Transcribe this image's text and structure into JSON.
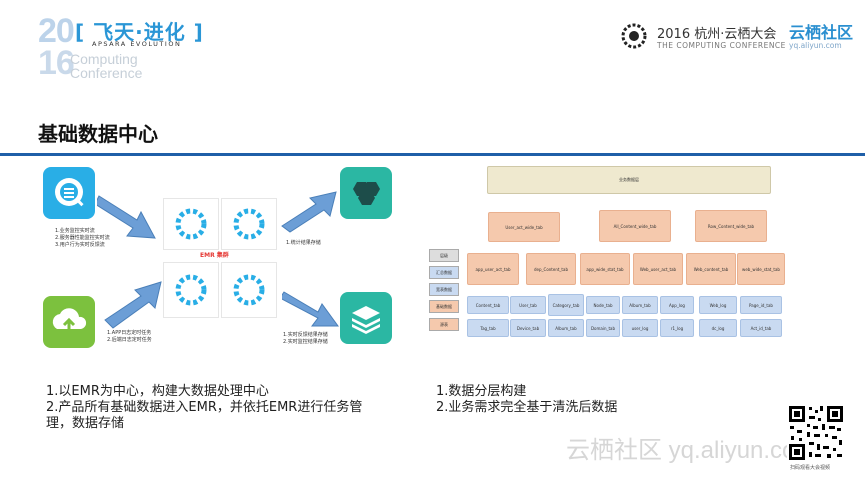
{
  "header": {
    "logo_year_top": "20",
    "logo_year_bottom": "16",
    "slogan": "[ 飞天·进化 ]",
    "apsara": "APSARA EVOLUTION",
    "computing": "Computing\nConference",
    "conf_title": "2016 杭州·云栖大会",
    "conf_sub": "THE COMPUTING CONFERENCE",
    "yq_brand": "云栖社区",
    "yq_url": "yq.aliyun.com"
  },
  "page_title": "基础数据中心",
  "left_diagram": {
    "top_input_text": "1.业务监控实时流\n2.服务器性能监控实时流\n3.用户行为实时反馈流",
    "bottom_input_text": "1.APP日志定时任务\n2.后端日志定时任务",
    "emr_label": "EMR 集群",
    "top_output_text": "1.统计结果存储",
    "bottom_output_text": "1.实时反馈结果存储\n2.实时监控结果存储"
  },
  "right_diagram": {
    "top_box": "业务数据层",
    "row1": [
      "User_act_wide_tab",
      "All_Content_wide_tab",
      "Row_Content_wide_tab"
    ],
    "row2": [
      "app_user_act_tab",
      "dep_Content_tab",
      "app_wide_stat_tab",
      "Web_user_act_tab",
      "Web_content_tab",
      "web_wide_stat_tab"
    ],
    "row3": [
      "Content_tab",
      "User_tab",
      "Category_tab",
      "Node_tab",
      "Album_tab",
      "App_log",
      "Web_log",
      "Page_id_tab"
    ],
    "row4": [
      "Tag_tab",
      "Device_tab",
      "Album_tab",
      "Domain_tab",
      "user_log",
      "r1_log",
      "dc_log",
      "Act_id_tab"
    ],
    "side_labels": [
      "层级",
      "汇总数据",
      "宽表数据",
      "基础数据",
      "源表"
    ]
  },
  "left_bullets": [
    "1.以EMR为中心，构建大数据处理中心",
    "2.产品所有基础数据进入EMR，并依托EMR进行任务管",
    "理，数据存储"
  ],
  "right_bullets": [
    "1.数据分层构建",
    "2.业务需求完全基于清洗后数据"
  ],
  "watermark": "云栖社区 yq.aliyun.com",
  "qr_caption": "扫码观看大会视频",
  "colors": {
    "rule": "#1f5fa8",
    "peach": "#f5c9ad",
    "blue": "#c9daf1",
    "teal": "#2bb7a3",
    "green": "#7cc13e",
    "cyan": "#29aee6"
  }
}
